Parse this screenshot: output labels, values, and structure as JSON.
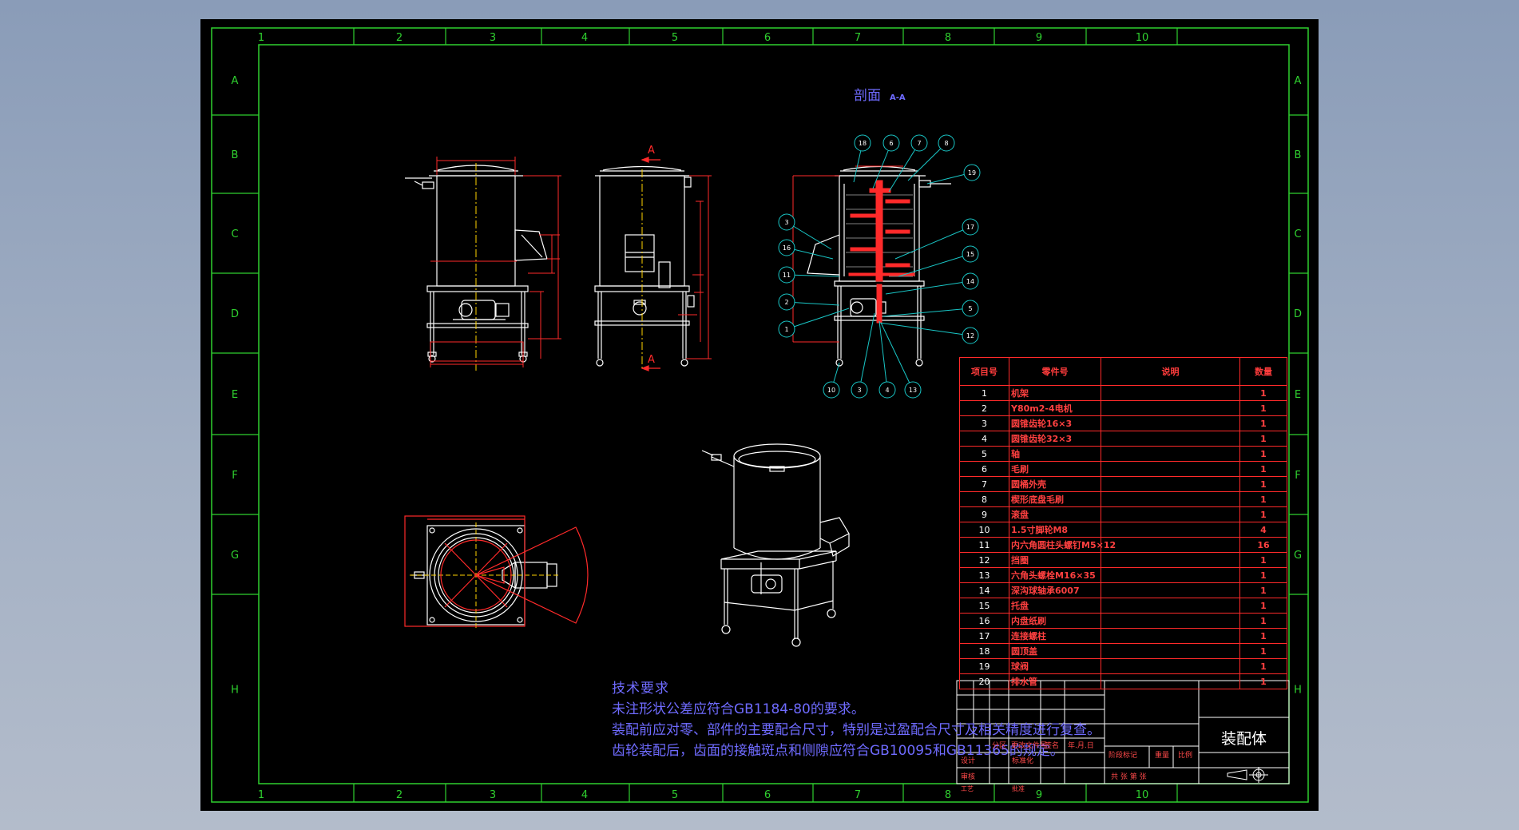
{
  "section_title": "剖面",
  "section_label": "A-A",
  "cut_marks": [
    "A",
    "A"
  ],
  "grid": {
    "columns": [
      "1",
      "2",
      "3",
      "4",
      "5",
      "6",
      "7",
      "8",
      "9",
      "10"
    ],
    "rows": [
      "A",
      "B",
      "C",
      "D",
      "E",
      "F",
      "G",
      "H"
    ]
  },
  "balloons_top": [
    "18",
    "6",
    "7",
    "8",
    "19"
  ],
  "balloons_left": [
    "3",
    "16",
    "11",
    "2",
    "1"
  ],
  "balloons_right": [
    "17",
    "15",
    "14",
    "5",
    "12"
  ],
  "balloons_bottom": [
    "10",
    "3",
    "4",
    "13"
  ],
  "bom": {
    "headers": [
      "项目号",
      "零件号",
      "说明",
      "数量"
    ],
    "rows": [
      {
        "no": "1",
        "part": "机架",
        "qty": "1"
      },
      {
        "no": "2",
        "part": "Y80m2-4电机",
        "qty": "1"
      },
      {
        "no": "3",
        "part": "圆锥齿轮16×3",
        "qty": "1"
      },
      {
        "no": "4",
        "part": "圆锥齿轮32×3",
        "qty": "1"
      },
      {
        "no": "5",
        "part": "轴",
        "qty": "1"
      },
      {
        "no": "6",
        "part": "毛刷",
        "qty": "1"
      },
      {
        "no": "7",
        "part": "圆桶外壳",
        "qty": "1"
      },
      {
        "no": "8",
        "part": "楔形底盘毛刷",
        "qty": "1"
      },
      {
        "no": "9",
        "part": "滚盘",
        "qty": "1"
      },
      {
        "no": "10",
        "part": "1.5寸脚轮M8",
        "qty": "4"
      },
      {
        "no": "11",
        "part": "内六角圆柱头螺钉M5×12",
        "qty": "16"
      },
      {
        "no": "12",
        "part": "挡圈",
        "qty": "1"
      },
      {
        "no": "13",
        "part": "六角头螺栓M16×35",
        "qty": "1"
      },
      {
        "no": "14",
        "part": "深沟球轴承6007",
        "qty": "1"
      },
      {
        "no": "15",
        "part": "托盘",
        "qty": "1"
      },
      {
        "no": "16",
        "part": "内盘纸刷",
        "qty": "1"
      },
      {
        "no": "17",
        "part": "连接螺柱",
        "qty": "1"
      },
      {
        "no": "18",
        "part": "圆顶盖",
        "qty": "1"
      },
      {
        "no": "19",
        "part": "球阀",
        "qty": "1"
      },
      {
        "no": "20",
        "part": "排水管",
        "qty": "1"
      }
    ]
  },
  "tech_requirements": {
    "title": "技术要求",
    "lines": [
      "未注形状公差应符合GB1184-80的要求。",
      "装配前应对零、部件的主要配合尺寸，特别是过盈配合尺寸及相关精度进行复查。",
      "齿轮装配后，齿面的接触斑点和侧隙应符合GB10095和GB11365的规定。"
    ]
  },
  "title_block": {
    "drawing_name": "装配体",
    "labels": {
      "mark": "标记",
      "count": "处数",
      "zone": "分区",
      "change_doc": "更改文件号",
      "sign": "签名",
      "date": "年.月.日",
      "designer": "设计",
      "standardize": "标准化",
      "stage_mark": "阶段标记",
      "weight": "重量",
      "scale": "比例",
      "review": "审核",
      "process": "工艺",
      "approve": "批准",
      "sheets": "共  张  第  张"
    }
  },
  "colors": {
    "sheet_bg": "#000000",
    "frame": "#2fd02f",
    "outline": "#ffffff",
    "dimension": "#ff2a2a",
    "leader": "#19c6c6",
    "text_blue": "#6f6bff"
  }
}
